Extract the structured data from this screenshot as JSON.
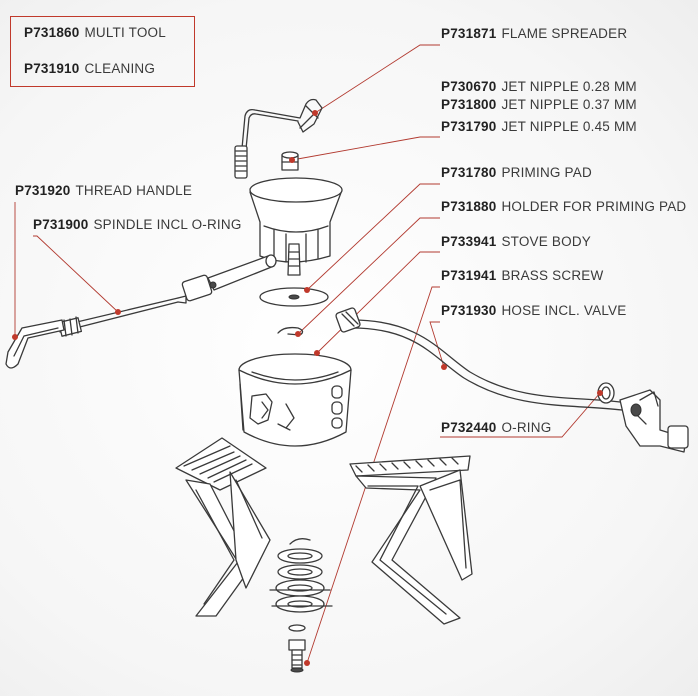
{
  "tools": [
    {
      "code": "P731860",
      "name": "MULTI TOOL"
    },
    {
      "code": "P731910",
      "name": "CLEANING"
    }
  ],
  "parts": [
    {
      "code": "P731871",
      "name": "FLAME SPREADER"
    },
    {
      "code": "P730670",
      "name": "JET NIPPLE 0.28 MM"
    },
    {
      "code": "P731800",
      "name": "JET NIPPLE 0.37 MM"
    },
    {
      "code": "P731790",
      "name": "JET NIPPLE 0.45 MM"
    },
    {
      "code": "P731780",
      "name": "PRIMING PAD"
    },
    {
      "code": "P731880",
      "name": "HOLDER FOR PRIMING PAD"
    },
    {
      "code": "P733941",
      "name": "STOVE BODY"
    },
    {
      "code": "P731941",
      "name": "BRASS SCREW"
    },
    {
      "code": "P731930",
      "name": "HOSE INCL. VALVE"
    },
    {
      "code": "P732440",
      "name": "O-RING"
    },
    {
      "code": "P731920",
      "name": "THREAD HANDLE"
    },
    {
      "code": "P731900",
      "name": "SPINDLE INCL O-RING"
    }
  ],
  "colors": {
    "accent": "#c0392b",
    "line": "#3a3a3a",
    "background": "#f7f7f7"
  }
}
